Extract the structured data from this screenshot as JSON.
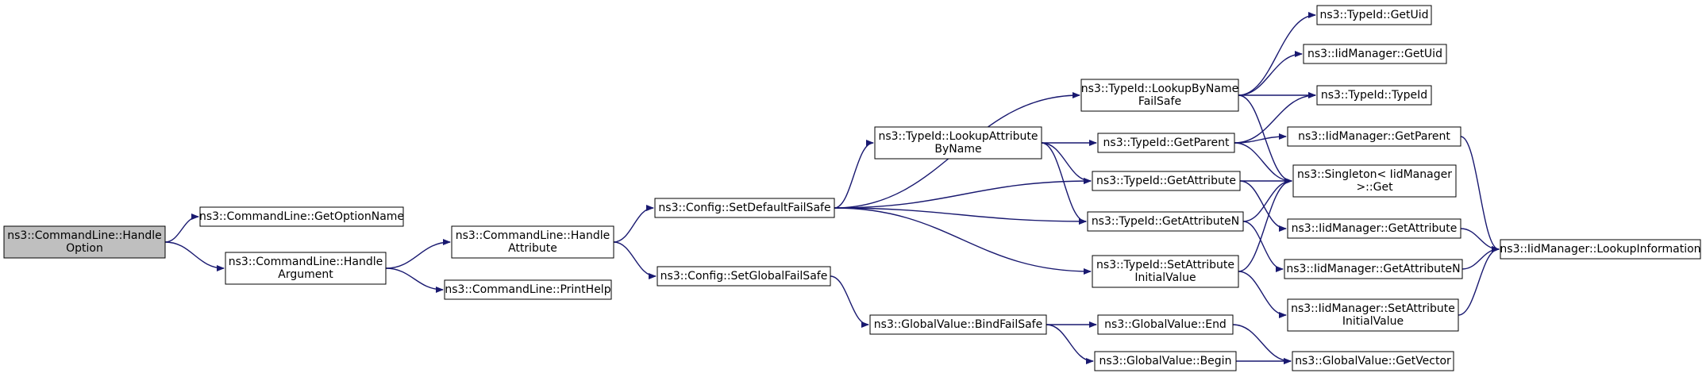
{
  "graph": {
    "edge_color": "#191970",
    "root_fill": "#bfbfbf",
    "nodes": [
      {
        "id": "handle_option",
        "lines": [
          "ns3::CommandLine::Handle",
          "Option"
        ],
        "root": true
      },
      {
        "id": "get_option_name",
        "lines": [
          "ns3::CommandLine::GetOptionName"
        ]
      },
      {
        "id": "handle_argument",
        "lines": [
          "ns3::CommandLine::Handle",
          "Argument"
        ]
      },
      {
        "id": "handle_attribute",
        "lines": [
          "ns3::CommandLine::Handle",
          "Attribute"
        ]
      },
      {
        "id": "print_help",
        "lines": [
          "ns3::CommandLine::PrintHelp"
        ]
      },
      {
        "id": "set_default_failsafe",
        "lines": [
          "ns3::Config::SetDefaultFailSafe"
        ]
      },
      {
        "id": "set_global_failsafe",
        "lines": [
          "ns3::Config::SetGlobalFailSafe"
        ]
      },
      {
        "id": "lookup_attribute_by_name",
        "lines": [
          "ns3::TypeId::LookupAttribute",
          "ByName"
        ]
      },
      {
        "id": "global_bind_failsafe",
        "lines": [
          "ns3::GlobalValue::BindFailSafe"
        ]
      },
      {
        "id": "lookup_by_name_failsafe",
        "lines": [
          "ns3::TypeId::LookupByName",
          "FailSafe"
        ]
      },
      {
        "id": "typeid_get_parent",
        "lines": [
          "ns3::TypeId::GetParent"
        ]
      },
      {
        "id": "typeid_get_attribute",
        "lines": [
          "ns3::TypeId::GetAttribute"
        ]
      },
      {
        "id": "typeid_get_attribute_n",
        "lines": [
          "ns3::TypeId::GetAttributeN"
        ]
      },
      {
        "id": "typeid_set_attr_initial",
        "lines": [
          "ns3::TypeId::SetAttribute",
          "InitialValue"
        ]
      },
      {
        "id": "global_end",
        "lines": [
          "ns3::GlobalValue::End"
        ]
      },
      {
        "id": "global_begin",
        "lines": [
          "ns3::GlobalValue::Begin"
        ]
      },
      {
        "id": "typeid_get_uid",
        "lines": [
          "ns3::TypeId::GetUid"
        ]
      },
      {
        "id": "iid_get_uid",
        "lines": [
          "ns3::IidManager::GetUid"
        ]
      },
      {
        "id": "typeid_typeid",
        "lines": [
          "ns3::TypeId::TypeId"
        ]
      },
      {
        "id": "iid_get_parent",
        "lines": [
          "ns3::IidManager::GetParent"
        ]
      },
      {
        "id": "singleton_get",
        "lines": [
          "ns3::Singleton< IidManager",
          " >::Get"
        ]
      },
      {
        "id": "iid_get_attribute",
        "lines": [
          "ns3::IidManager::GetAttribute"
        ]
      },
      {
        "id": "iid_get_attribute_n",
        "lines": [
          "ns3::IidManager::GetAttributeN"
        ]
      },
      {
        "id": "iid_set_attr_initial",
        "lines": [
          "ns3::IidManager::SetAttribute",
          "InitialValue"
        ]
      },
      {
        "id": "global_get_vector",
        "lines": [
          "ns3::GlobalValue::GetVector"
        ]
      },
      {
        "id": "iid_lookup_information",
        "lines": [
          "ns3::IidManager::LookupInformation"
        ]
      }
    ],
    "edges": [
      [
        "handle_option",
        "get_option_name"
      ],
      [
        "handle_option",
        "handle_argument"
      ],
      [
        "handle_argument",
        "handle_attribute"
      ],
      [
        "handle_argument",
        "print_help"
      ],
      [
        "handle_attribute",
        "set_default_failsafe"
      ],
      [
        "handle_attribute",
        "set_global_failsafe"
      ],
      [
        "set_default_failsafe",
        "lookup_by_name_failsafe"
      ],
      [
        "set_default_failsafe",
        "lookup_attribute_by_name"
      ],
      [
        "set_default_failsafe",
        "typeid_get_attribute"
      ],
      [
        "set_default_failsafe",
        "typeid_get_attribute_n"
      ],
      [
        "set_default_failsafe",
        "typeid_set_attr_initial"
      ],
      [
        "lookup_attribute_by_name",
        "typeid_get_parent"
      ],
      [
        "lookup_attribute_by_name",
        "typeid_get_attribute"
      ],
      [
        "lookup_attribute_by_name",
        "typeid_get_attribute_n"
      ],
      [
        "set_global_failsafe",
        "global_bind_failsafe"
      ],
      [
        "global_bind_failsafe",
        "global_end"
      ],
      [
        "global_bind_failsafe",
        "global_begin"
      ],
      [
        "lookup_by_name_failsafe",
        "typeid_get_uid"
      ],
      [
        "lookup_by_name_failsafe",
        "iid_get_uid"
      ],
      [
        "lookup_by_name_failsafe",
        "typeid_typeid"
      ],
      [
        "lookup_by_name_failsafe",
        "singleton_get"
      ],
      [
        "typeid_get_parent",
        "typeid_typeid"
      ],
      [
        "typeid_get_parent",
        "iid_get_parent"
      ],
      [
        "typeid_get_parent",
        "singleton_get"
      ],
      [
        "typeid_get_attribute",
        "singleton_get"
      ],
      [
        "typeid_get_attribute",
        "iid_get_attribute"
      ],
      [
        "typeid_get_attribute_n",
        "singleton_get"
      ],
      [
        "typeid_get_attribute_n",
        "iid_get_attribute_n"
      ],
      [
        "typeid_set_attr_initial",
        "singleton_get"
      ],
      [
        "typeid_set_attr_initial",
        "iid_set_attr_initial"
      ],
      [
        "global_end",
        "global_get_vector"
      ],
      [
        "global_begin",
        "global_get_vector"
      ],
      [
        "iid_get_parent",
        "iid_lookup_information"
      ],
      [
        "iid_get_attribute",
        "iid_lookup_information"
      ],
      [
        "iid_get_attribute_n",
        "iid_lookup_information"
      ],
      [
        "iid_set_attr_initial",
        "iid_lookup_information"
      ]
    ]
  }
}
